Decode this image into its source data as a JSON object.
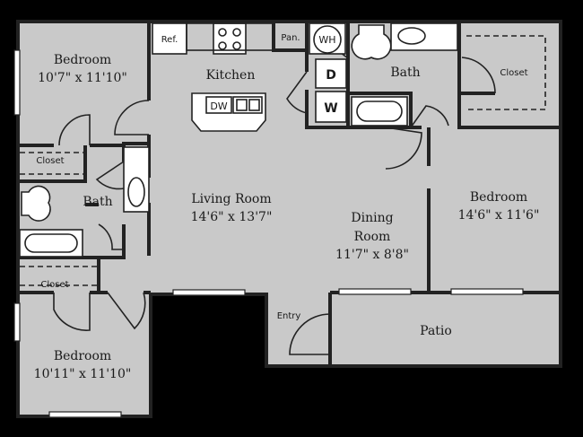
{
  "colors": {
    "background": "#000000",
    "floor": "#c9c9c9",
    "wall": "#222222",
    "fixture": "#ffffff"
  },
  "rooms": {
    "bedroom1": {
      "name": "Bedroom",
      "size": "10'7\" x 11'10\""
    },
    "bedroom2": {
      "name": "Bedroom",
      "size": "10'11\" x 11'10\""
    },
    "bedroom3": {
      "name": "Bedroom",
      "size": "14'6\" x 11'6\""
    },
    "living": {
      "name": "Living Room",
      "size": "14'6\" x 13'7\""
    },
    "dining": {
      "name_line1": "Dining",
      "name_line2": "Room",
      "size": "11'7\" x 8'8\""
    },
    "kitchen": {
      "name": "Kitchen"
    },
    "patio": {
      "name": "Patio"
    },
    "bath_left": {
      "name": "Bath"
    },
    "bath_right": {
      "name": "Bath"
    }
  },
  "labels": {
    "closet_top_left": "Closet",
    "closet_bottom_left": "Closet",
    "closet_right": "Closet",
    "ref": "Ref.",
    "pan": "Pan.",
    "dw": "DW",
    "wh": "WH",
    "dryer": "D",
    "washer": "W",
    "entry": "Entry"
  }
}
